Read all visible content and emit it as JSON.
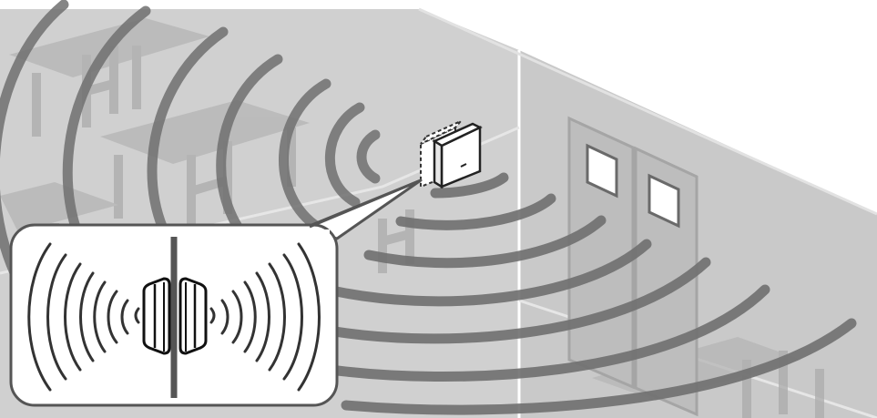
{
  "diagram": {
    "kind": "wireless-signal-illustration",
    "colors": {
      "background": "#ffffff",
      "wall": "#cfcfcf",
      "wall_dark": "#bdbdbd",
      "room_lines": "#ffffff",
      "furniture": "#a8a8a8",
      "signal_arcs": "#707070",
      "device_body": "#ffffff",
      "device_outline": "#222222",
      "door": "#bcbcbc",
      "inset_frame": "#555555",
      "inset_fill": "#ffffff",
      "divider": "#555555"
    },
    "elements": {
      "access_point": "wall-mounted-access-point",
      "inset": "magnified-view-two-devices-back-to-back",
      "doors": "double-door-with-windows",
      "furniture": "classroom-desks-and-chairs"
    }
  }
}
